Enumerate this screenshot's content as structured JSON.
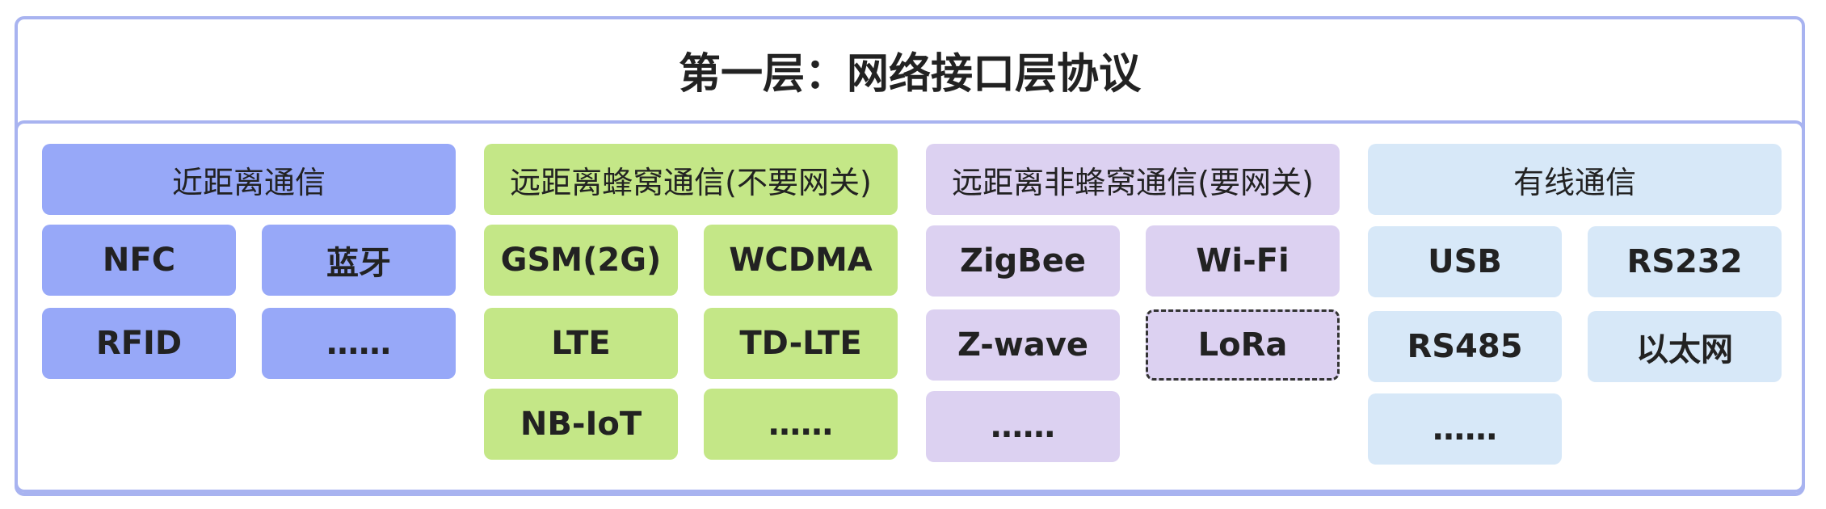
{
  "title": "第一层：网络接口层协议",
  "columns": [
    {
      "header": "近距离通信",
      "color": "#97a8f8",
      "items": [
        "NFC",
        "蓝牙",
        "RFID",
        "……"
      ]
    },
    {
      "header": "远距离蜂窝通信(不要网关)",
      "color": "#c4e787",
      "items": [
        "GSM(2G)",
        "WCDMA",
        "LTE",
        "TD-LTE",
        "NB-IoT",
        "……"
      ]
    },
    {
      "header": "远距离非蜂窝通信(要网关)",
      "color": "#dcd1f1",
      "items": [
        "ZigBee",
        "Wi-Fi",
        "Z-wave",
        "LoRa",
        "……"
      ]
    },
    {
      "header": "有线通信",
      "color": "#d7e8f8",
      "items": [
        "USB",
        "RS232",
        "RS485",
        "以太网",
        "……"
      ]
    }
  ]
}
